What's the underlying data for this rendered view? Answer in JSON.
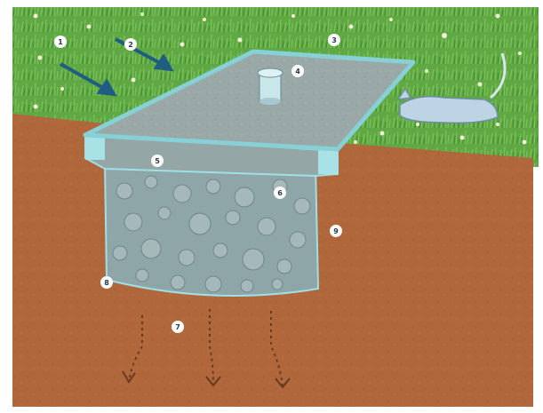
{
  "diagram": {
    "markers": [
      {
        "id": "marker-1",
        "label": "1"
      },
      {
        "id": "marker-2",
        "label": "2"
      },
      {
        "id": "marker-3",
        "label": "3"
      },
      {
        "id": "marker-4",
        "label": "4"
      },
      {
        "id": "marker-5",
        "label": "5"
      },
      {
        "id": "marker-6",
        "label": "6"
      },
      {
        "id": "marker-7",
        "label": "7"
      },
      {
        "id": "marker-8",
        "label": "8"
      },
      {
        "id": "marker-9",
        "label": "9"
      }
    ]
  },
  "colors": {
    "grass": "#5fa843",
    "soil": "#b0673c",
    "slab": "#9aa9a8",
    "slab_edge": "#86d0d6",
    "gravel": "#8fa6a8",
    "arrow_blue": "#1f5e82",
    "root_arrow": "#6a3a1f",
    "cat": "#bcd4e3"
  }
}
